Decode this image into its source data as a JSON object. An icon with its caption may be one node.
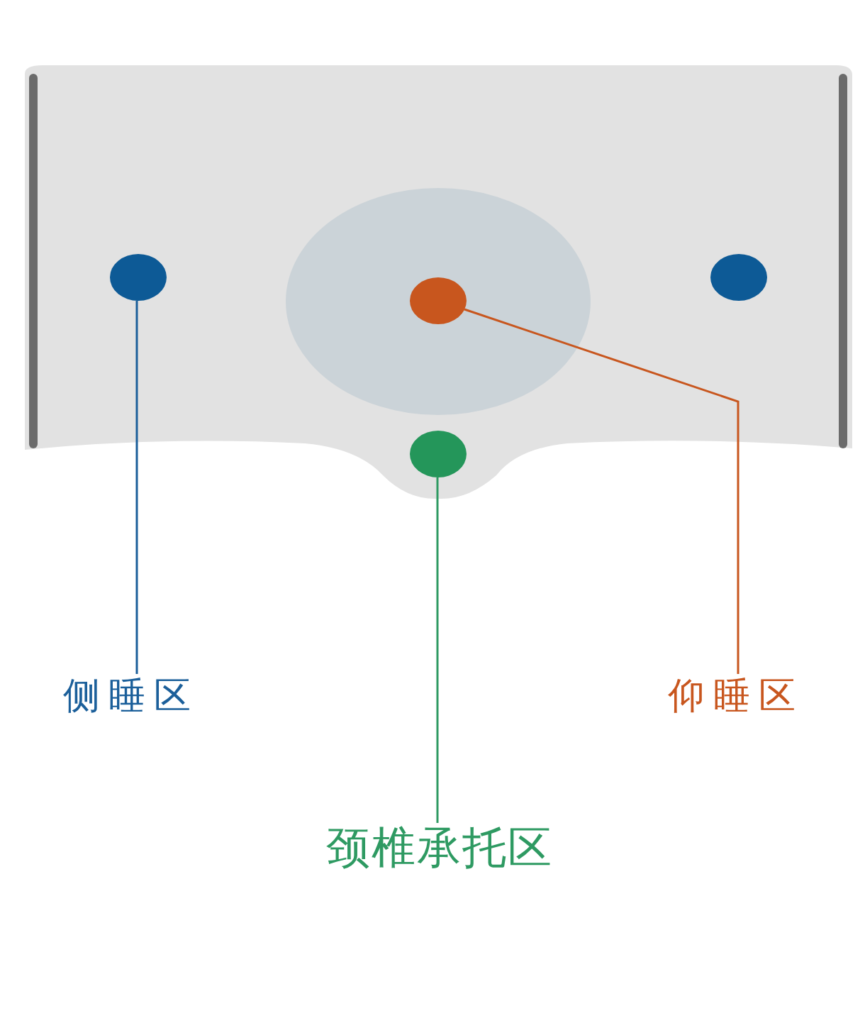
{
  "diagram": {
    "nodes": [
      {
        "text": [],
        "shape": "circle"
      },
      {
        "text": [],
        "shape": "circle"
      },
      {
        "text": [],
        "shape": "circle"
      },
      {
        "text": [],
        "shape": "circle"
      },
      {
        "text": [
          "侧睡区"
        ]
      },
      {
        "text": [
          "仰睡区"
        ]
      },
      {
        "text": [
          "颈椎承托区"
        ]
      }
    ],
    "edges": [
      {
        "from": 4,
        "to": 0,
        "arrow": "none",
        "color": "#1b5f9a"
      },
      {
        "from": 5,
        "to": 1,
        "arrow": "none",
        "color": "#c8561e"
      },
      {
        "from": 6,
        "to": 3,
        "arrow": "none",
        "color": "#2e9a62"
      }
    ]
  }
}
